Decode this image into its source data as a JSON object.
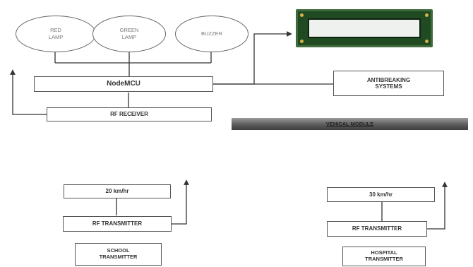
{
  "diagram": {
    "outputs": {
      "red_lamp": "RED\nLAMP",
      "green_lamp": "GREEN\nLAMP",
      "buzzer": "BUZZER"
    },
    "controller": "NodeMCU",
    "receiver": "RF RECEIVER",
    "antibreaking": "ANTIBREAKING\nSYSTEMS",
    "display": "lcd-display",
    "module_label": "VEHICAL MODULE",
    "school": {
      "speed": "20 km/hr",
      "transmitter": "RF TRANSMITTER",
      "name": "SCHOOL\nTRANSMITTER"
    },
    "hospital": {
      "speed": "30 km/hr",
      "transmitter": "RF TRANSMITTER",
      "name": "HOSPITAL\nTRANSMITTER"
    }
  }
}
